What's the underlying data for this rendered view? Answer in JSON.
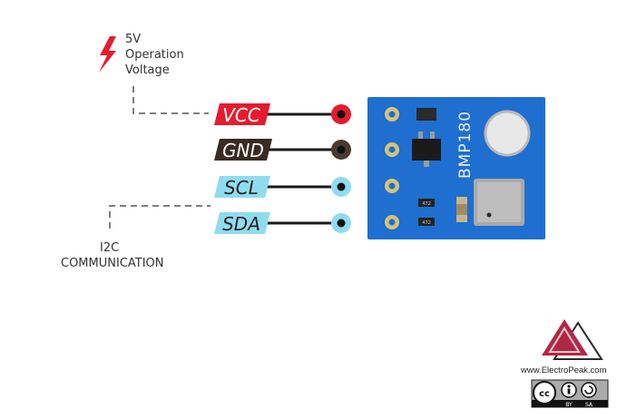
{
  "annotations": {
    "power_line1": "5V",
    "power_line2": "Operation",
    "power_line3": "Voltage",
    "comm_line1": "I2C",
    "comm_line2": "COMMUNICATION"
  },
  "pins": [
    {
      "label": "VCC",
      "fill": "#e51b2e",
      "text_color": "#ffffff",
      "dot_color": "#e51b2e"
    },
    {
      "label": "GND",
      "fill": "#3a2a22",
      "text_color": "#ffffff",
      "dot_color": "#4a3a32"
    },
    {
      "label": "SCL",
      "fill": "#8fdcef",
      "text_color": "#222222",
      "dot_color": "#8fdcef"
    },
    {
      "label": "SDA",
      "fill": "#8fdcef",
      "text_color": "#222222",
      "dot_color": "#8fdcef"
    }
  ],
  "board": {
    "chip_label": "BMP180",
    "resistor_label": "472",
    "color": "#1e6fd0"
  },
  "branding": {
    "website": "www.ElectroPeak.com",
    "license_by": "BY",
    "license_sa": "SA"
  },
  "icons": [
    "lightning-icon",
    "electropeak-logo",
    "creative-commons-icon"
  ]
}
